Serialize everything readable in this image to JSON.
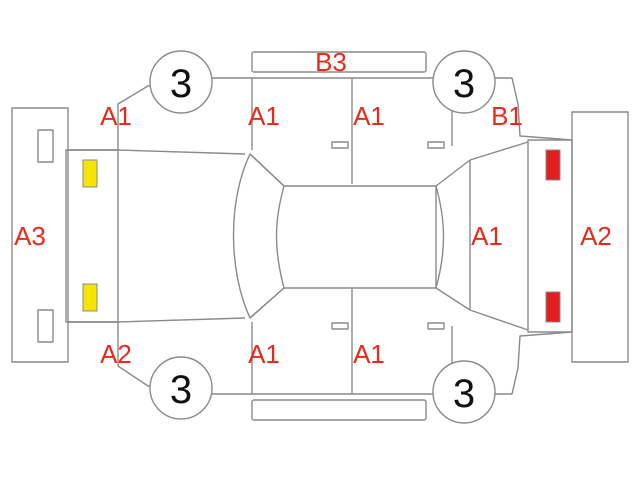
{
  "labels": {
    "top_panel": "B3",
    "front_left_fender": "A1",
    "front_left_door": "A1",
    "rear_left_door": "A1",
    "rear_left_quarter": "B1",
    "front_bumper": "A3",
    "rear_bumper": "A2",
    "front_right_fender": "A2",
    "front_right_door": "A1",
    "rear_right_door": "A1",
    "rear_glass": "A1"
  },
  "tires": {
    "front_left": "3",
    "rear_left": "3",
    "front_right": "3",
    "rear_right": "3"
  },
  "colors": {
    "outline": "#8a8a8a",
    "label": "#e82a1a",
    "headlight_marker": "#f5e600",
    "taillight_marker": "#e31e1e"
  }
}
